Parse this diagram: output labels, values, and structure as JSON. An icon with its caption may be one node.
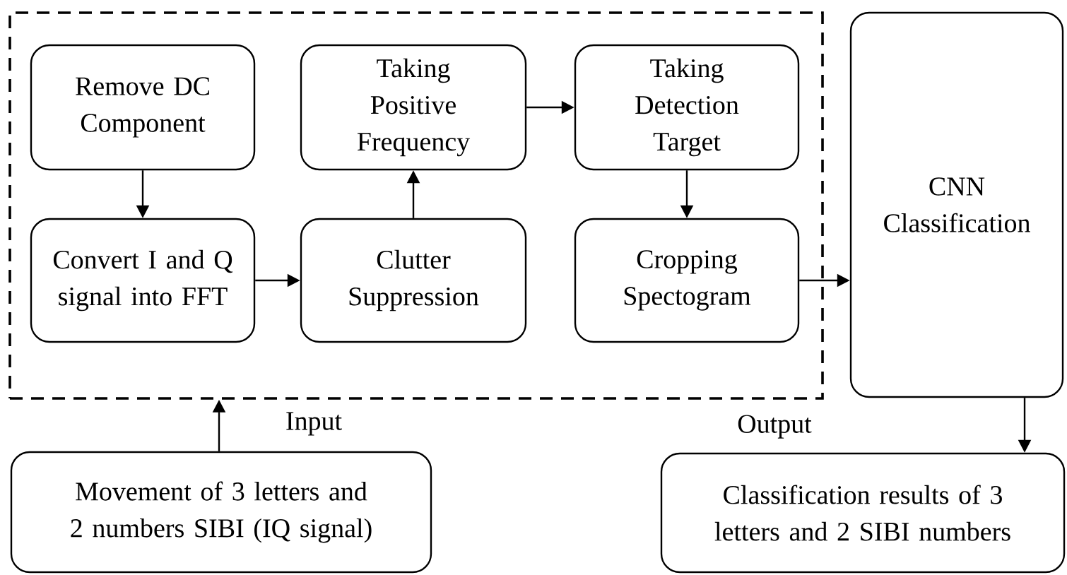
{
  "diagram": {
    "nodes": [
      {
        "text": [],
        "shape": "box"
      },
      {
        "text": [
          "Remove DC Component"
        ],
        "in": 0
      },
      {
        "text": [
          "Convert I and Q signal into FFT"
        ],
        "in": 0
      },
      {
        "text": [
          "Clutter Suppression"
        ],
        "in": 0
      },
      {
        "text": [
          "Taking Positive Frequency"
        ],
        "in": 0
      },
      {
        "text": [
          "Taking Detection Target"
        ],
        "in": 0
      },
      {
        "text": [
          "Cropping Spectogram"
        ],
        "in": 0
      },
      {
        "text": [
          "CNN Classification"
        ]
      },
      {
        "text": [
          "Movement of 3 letters and 2 numbers SIBI (IQ signal)"
        ],
        "beside": [
          "Input"
        ]
      },
      {
        "text": [
          "Classification results of 3 letters and 2 SIBI numbers"
        ],
        "beside": [
          "Output"
        ]
      }
    ],
    "edges": [
      {
        "from": 1,
        "to": 2,
        "arrow": "to"
      },
      {
        "from": 2,
        "to": 3,
        "arrow": "to"
      },
      {
        "from": 3,
        "to": 4,
        "arrow": "to"
      },
      {
        "from": 4,
        "to": 5,
        "arrow": "to"
      },
      {
        "from": 5,
        "to": 6,
        "arrow": "to"
      },
      {
        "from": 6,
        "to": 7,
        "arrow": "to"
      },
      {
        "from": 8,
        "to": 0,
        "arrow": "to"
      },
      {
        "from": 7,
        "to": 9,
        "arrow": "to"
      }
    ]
  }
}
